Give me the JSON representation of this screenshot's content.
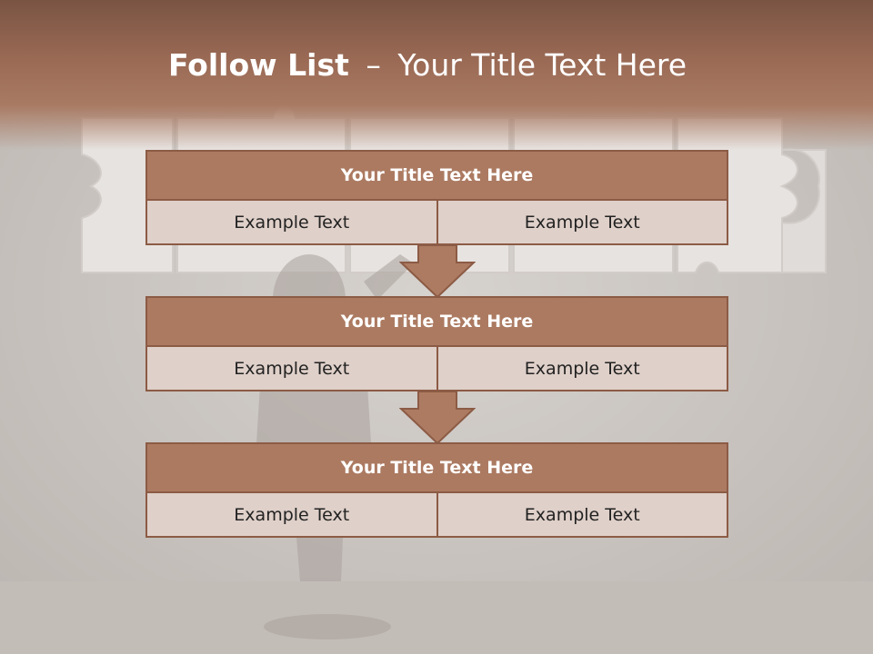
{
  "slide": {
    "title_bold": "Follow List",
    "title_separator": "–",
    "title_rest": "Your Title Text Here"
  },
  "blocks": [
    {
      "title": "Your Title Text Here",
      "left": "Example Text",
      "right": "Example Text"
    },
    {
      "title": "Your Title Text Here",
      "left": "Example Text",
      "right": "Example Text"
    },
    {
      "title": "Your Title Text Here",
      "left": "Example Text",
      "right": "Example Text"
    }
  ],
  "colors": {
    "header_band": "#9a6a55",
    "block_title_fill": "#ac7a61",
    "block_border": "#8c5b45",
    "cell_fill": "#dfd0c9",
    "arrow_fill": "#ad7b61"
  }
}
